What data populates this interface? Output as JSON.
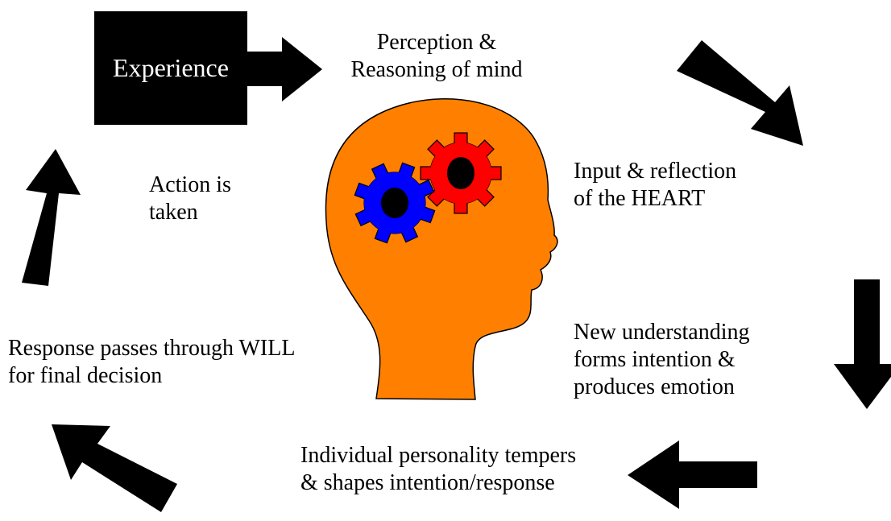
{
  "diagram": {
    "experience": "Experience",
    "steps": {
      "perception": "Perception  &\nReasoning of mind",
      "heart": "Input & reflection\nof the HEART",
      "understanding": "New understanding\nforms intention &\nproduces emotion",
      "personality": "Individual personality tempers\n& shapes intention/response",
      "will": "Response passes through WILL\nfor final decision",
      "action": "Action is\ntaken"
    },
    "colors": {
      "head": "#ff8000",
      "gear_red": "#ff0000",
      "gear_blue": "#0000ff",
      "gear_center": "#000000",
      "arrows": "#000000"
    },
    "icons": [
      "head-icon",
      "red-gear-icon",
      "blue-gear-icon",
      "arrow-icon"
    ]
  }
}
